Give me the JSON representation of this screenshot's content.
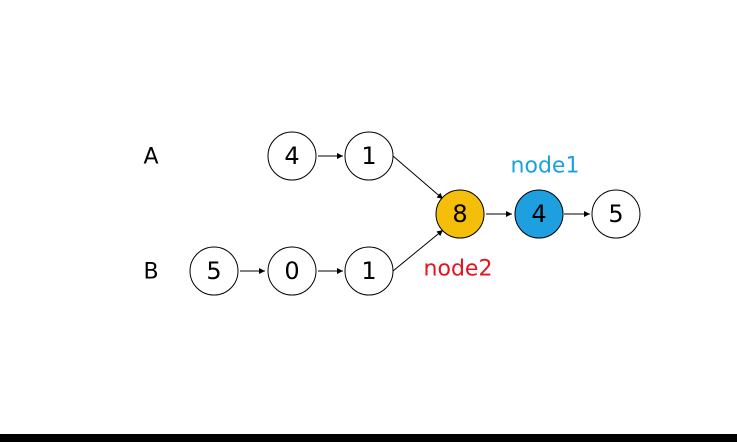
{
  "labels": {
    "list_a": "A",
    "list_b": "B",
    "node1": "node1",
    "node2": "node2"
  },
  "colors": {
    "node1_text": "#1aa3db",
    "node2_text": "#e8121f",
    "intersection_fill": "#f5be0a",
    "node1_fill": "#1e9fe0",
    "default_fill": "#ffffff"
  },
  "nodes": {
    "a1": {
      "value": "4",
      "fill": "#ffffff"
    },
    "a2": {
      "value": "1",
      "fill": "#ffffff"
    },
    "b1": {
      "value": "5",
      "fill": "#ffffff"
    },
    "b2": {
      "value": "0",
      "fill": "#ffffff"
    },
    "b3": {
      "value": "1",
      "fill": "#ffffff"
    },
    "c1": {
      "value": "8",
      "fill": "#f5be0a"
    },
    "c2": {
      "value": "4",
      "fill": "#1e9fe0"
    },
    "c3": {
      "value": "5",
      "fill": "#ffffff"
    }
  }
}
